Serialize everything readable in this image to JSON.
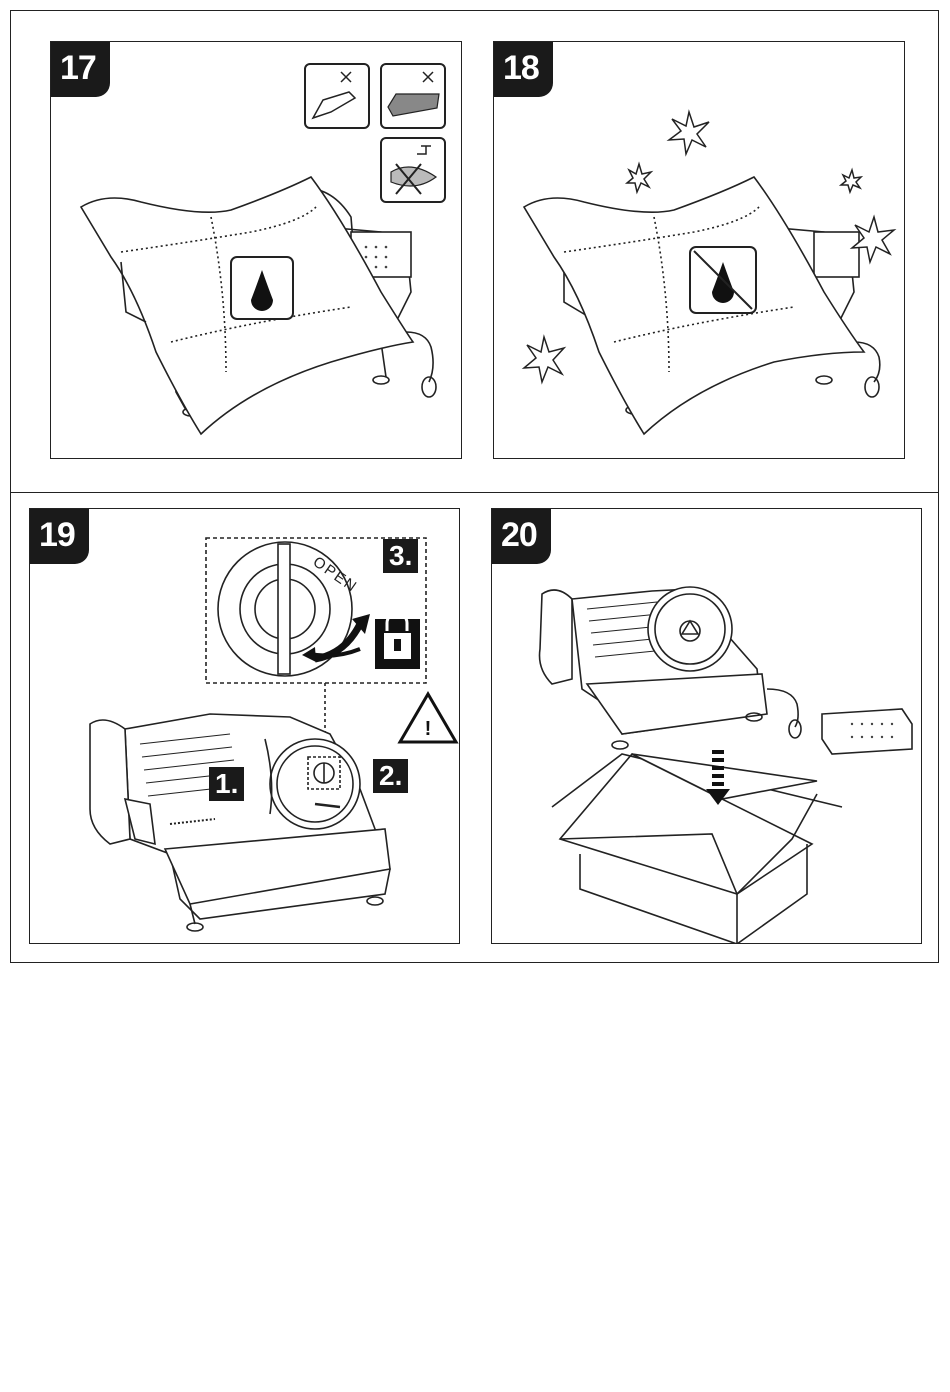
{
  "panels": [
    {
      "number": "17"
    },
    {
      "number": "18"
    },
    {
      "number": "19",
      "step_labels": [
        "1.",
        "2.",
        "3."
      ],
      "dial_text": "OPEN"
    },
    {
      "number": "20"
    }
  ],
  "icons": {
    "p17": [
      "no-scraper-icon",
      "no-scouring-pad-icon",
      "no-dishwasher-tap-icon",
      "water-drop-icon"
    ],
    "p18": [
      "no-water-drop-icon",
      "sparkle-icon"
    ],
    "p19": [
      "unlock-icon",
      "warning-blade-icon",
      "rotate-arrow-icon"
    ],
    "p20": [
      "down-arrow-icon",
      "box-icon"
    ]
  }
}
